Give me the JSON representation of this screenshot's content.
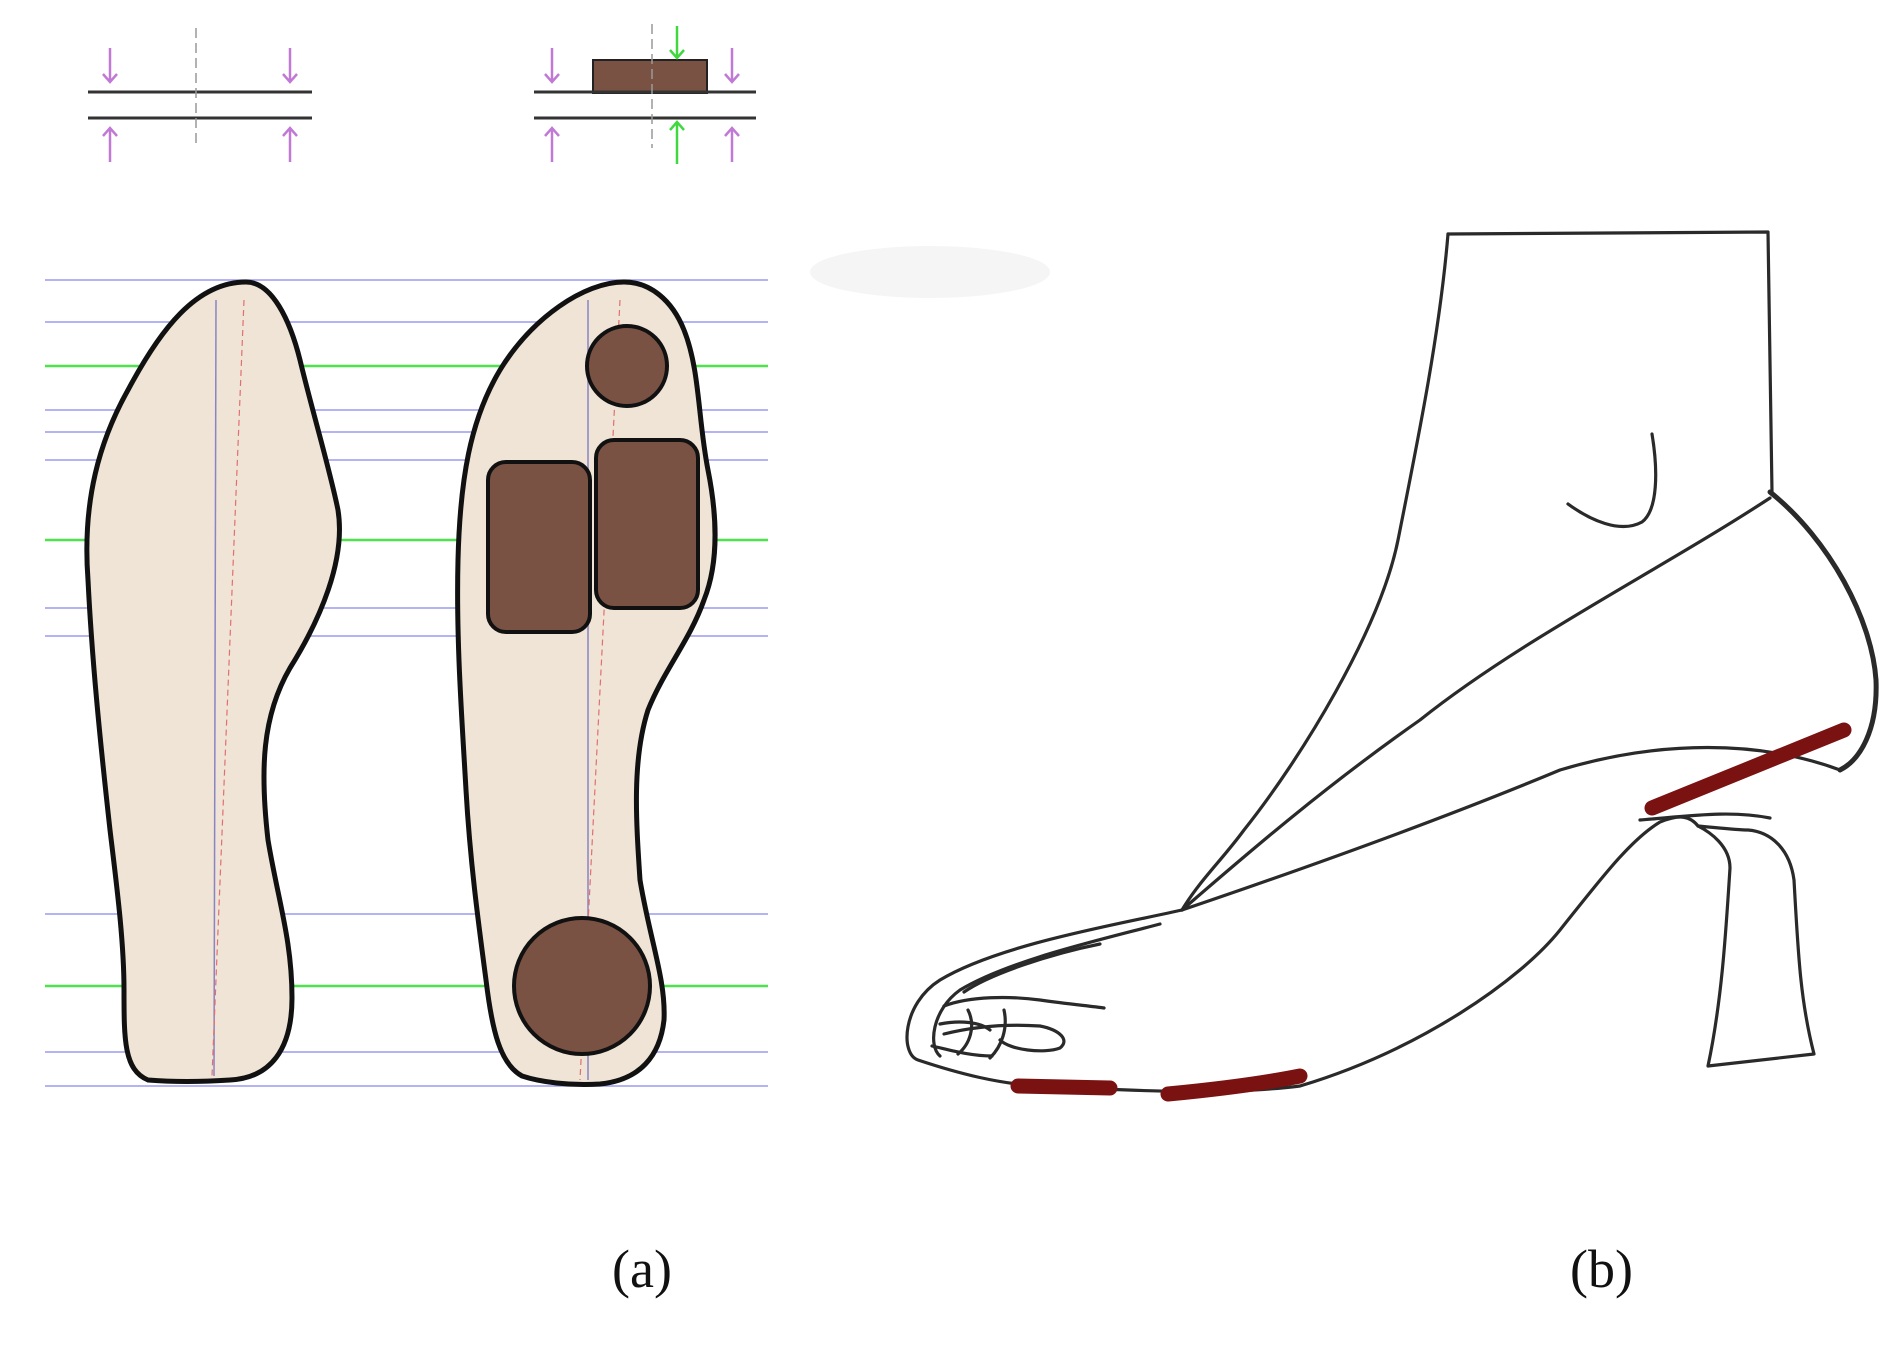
{
  "captions": {
    "a": "(a)",
    "b": "(b)"
  },
  "colors": {
    "sole_fill": "#efe4d5",
    "pad": "#7a5244",
    "outline": "#111111",
    "guide_green": "#4fe24f",
    "guide_blue": "#9c9cf0",
    "axis_red": "#e07070",
    "arrow_purple": "#c07ad6",
    "arrow_green": "#3fd83f",
    "contact_red": "#7a1212"
  },
  "icons": [
    "press-arrow-icon",
    "sole-outline",
    "insole-pad",
    "foot-outline",
    "high-heel-shoe",
    "pressure-marker"
  ]
}
